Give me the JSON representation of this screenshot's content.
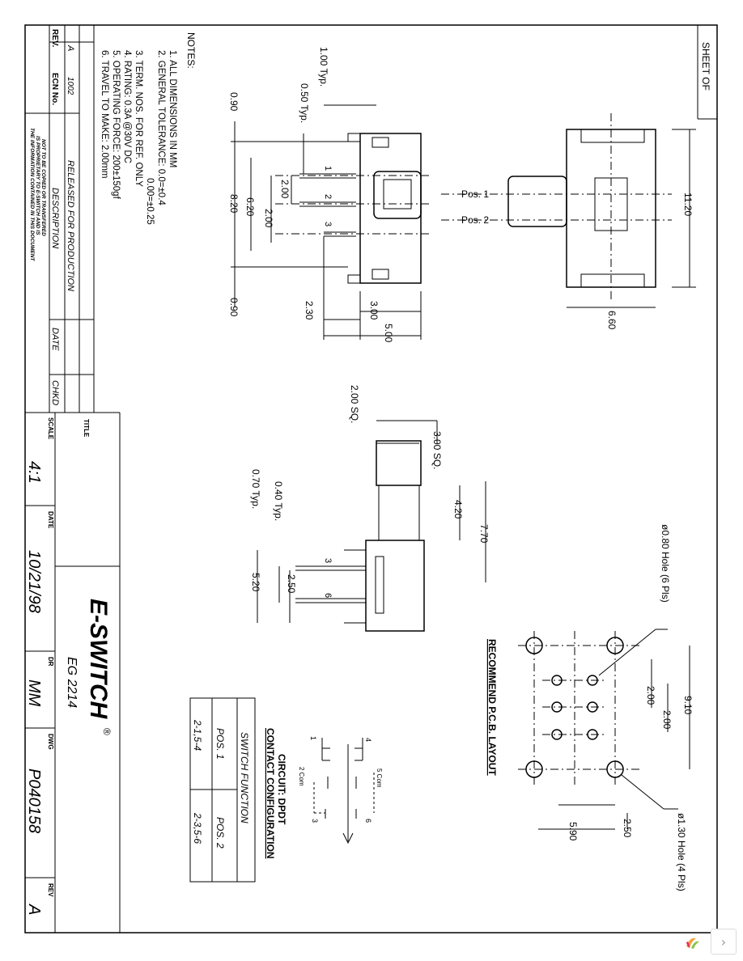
{
  "sheet_label": "SHEET  OF",
  "notes": {
    "heading": "NOTES:",
    "items": [
      "1. ALL DIMENSIONS IN MM",
      "2. GENERAL TOLERANCE: 0.0=±0.4",
      "0.00=±0.25",
      "3. TERM. NOS. FOR REF. ONLY",
      "4. RATING: 0.3A @30V DC",
      "5. OPERATING FORCE: 200±150gf",
      "6. TRAVEL TO MAKE: 2.00mm"
    ]
  },
  "revision_block": {
    "headers": [
      "REV.",
      "ECN No.",
      "DESCRIPTION",
      "DATE",
      "CHKD"
    ],
    "rows": [
      [
        "A",
        "1002",
        "RELEASED FOR PRODUCTION",
        "",
        ""
      ]
    ],
    "proprietary": [
      "THE INFORMATION CONTAINED IN THIS DOCUMENT",
      "IS PROPRIETARY TO E-SWITCH AND IS",
      "NOT TO BE COPIED OR TRANSFERED"
    ]
  },
  "title_block": {
    "title_label": "TITLE",
    "title": "EG 2214",
    "scale_label": "SCALE",
    "scale": "4:1",
    "date_label": "DATE",
    "date": "10/21/98",
    "dr_label": "DR",
    "dr": "MM",
    "dwg_label": "DWG",
    "dwg": "P040158",
    "rev_label": "REV",
    "rev": "A",
    "logo": "E-SWITCH",
    "logo_mark": "®"
  },
  "front_view": {
    "dims": {
      "pitch_typ": "1.00 Typ.",
      "pin_typ": "0.50 Typ.",
      "top_offset": "0.90",
      "bottom_offset": "0.90",
      "width_total": "8.20",
      "width_inner": "6.20",
      "pitch_a": "2.00",
      "pitch_b": "2.00",
      "lead_a": "2.30",
      "lead_b": "3.00",
      "lead_c": "5.00"
    },
    "pins": [
      "1",
      "2",
      "3"
    ]
  },
  "top_view": {
    "positions": [
      "Pos. 1",
      "Pos. 2"
    ],
    "dims": {
      "length": "11.20",
      "depth": "6.60"
    }
  },
  "side_view": {
    "dims": {
      "act_sq": "2.00 SQ.",
      "body_sq": "3.00 SQ.",
      "act_height": "4.20",
      "total_height": "7.70",
      "pin_w": "0.40 Typ.",
      "pin_pitch": "0.70 Typ.",
      "pin_sp": "2.50",
      "pin_len": "5.20"
    },
    "pins": [
      "3",
      "6"
    ]
  },
  "pcb_layout": {
    "title": "RECOMMEND P.C.B. LAYOUT",
    "small_hole": "ø0.80 Hole (6 Pls)",
    "large_hole": "ø1.30 Hole (4 Pls)",
    "dims": {
      "row_pitch": "2.00",
      "col_pitch": "2.00",
      "span": "9.10",
      "x1": "2.50",
      "x2": "5.90"
    }
  },
  "circuit": {
    "title": "CIRCUIT: DPDT",
    "subtitle": "CONTACT CONFIGURATION",
    "labels": [
      "1",
      "4",
      "2 Com",
      "5 Com",
      "3",
      "6"
    ]
  },
  "switch_function": {
    "title": "SWITCH FUNCTION",
    "headers": [
      "POS. 1",
      "POS. 2"
    ],
    "values": [
      "2-1,5-4",
      "2-3,5-6"
    ]
  },
  "nav": {
    "next_label": "›"
  },
  "colors": {
    "ink": "#000000",
    "paper": "#ffffff"
  }
}
